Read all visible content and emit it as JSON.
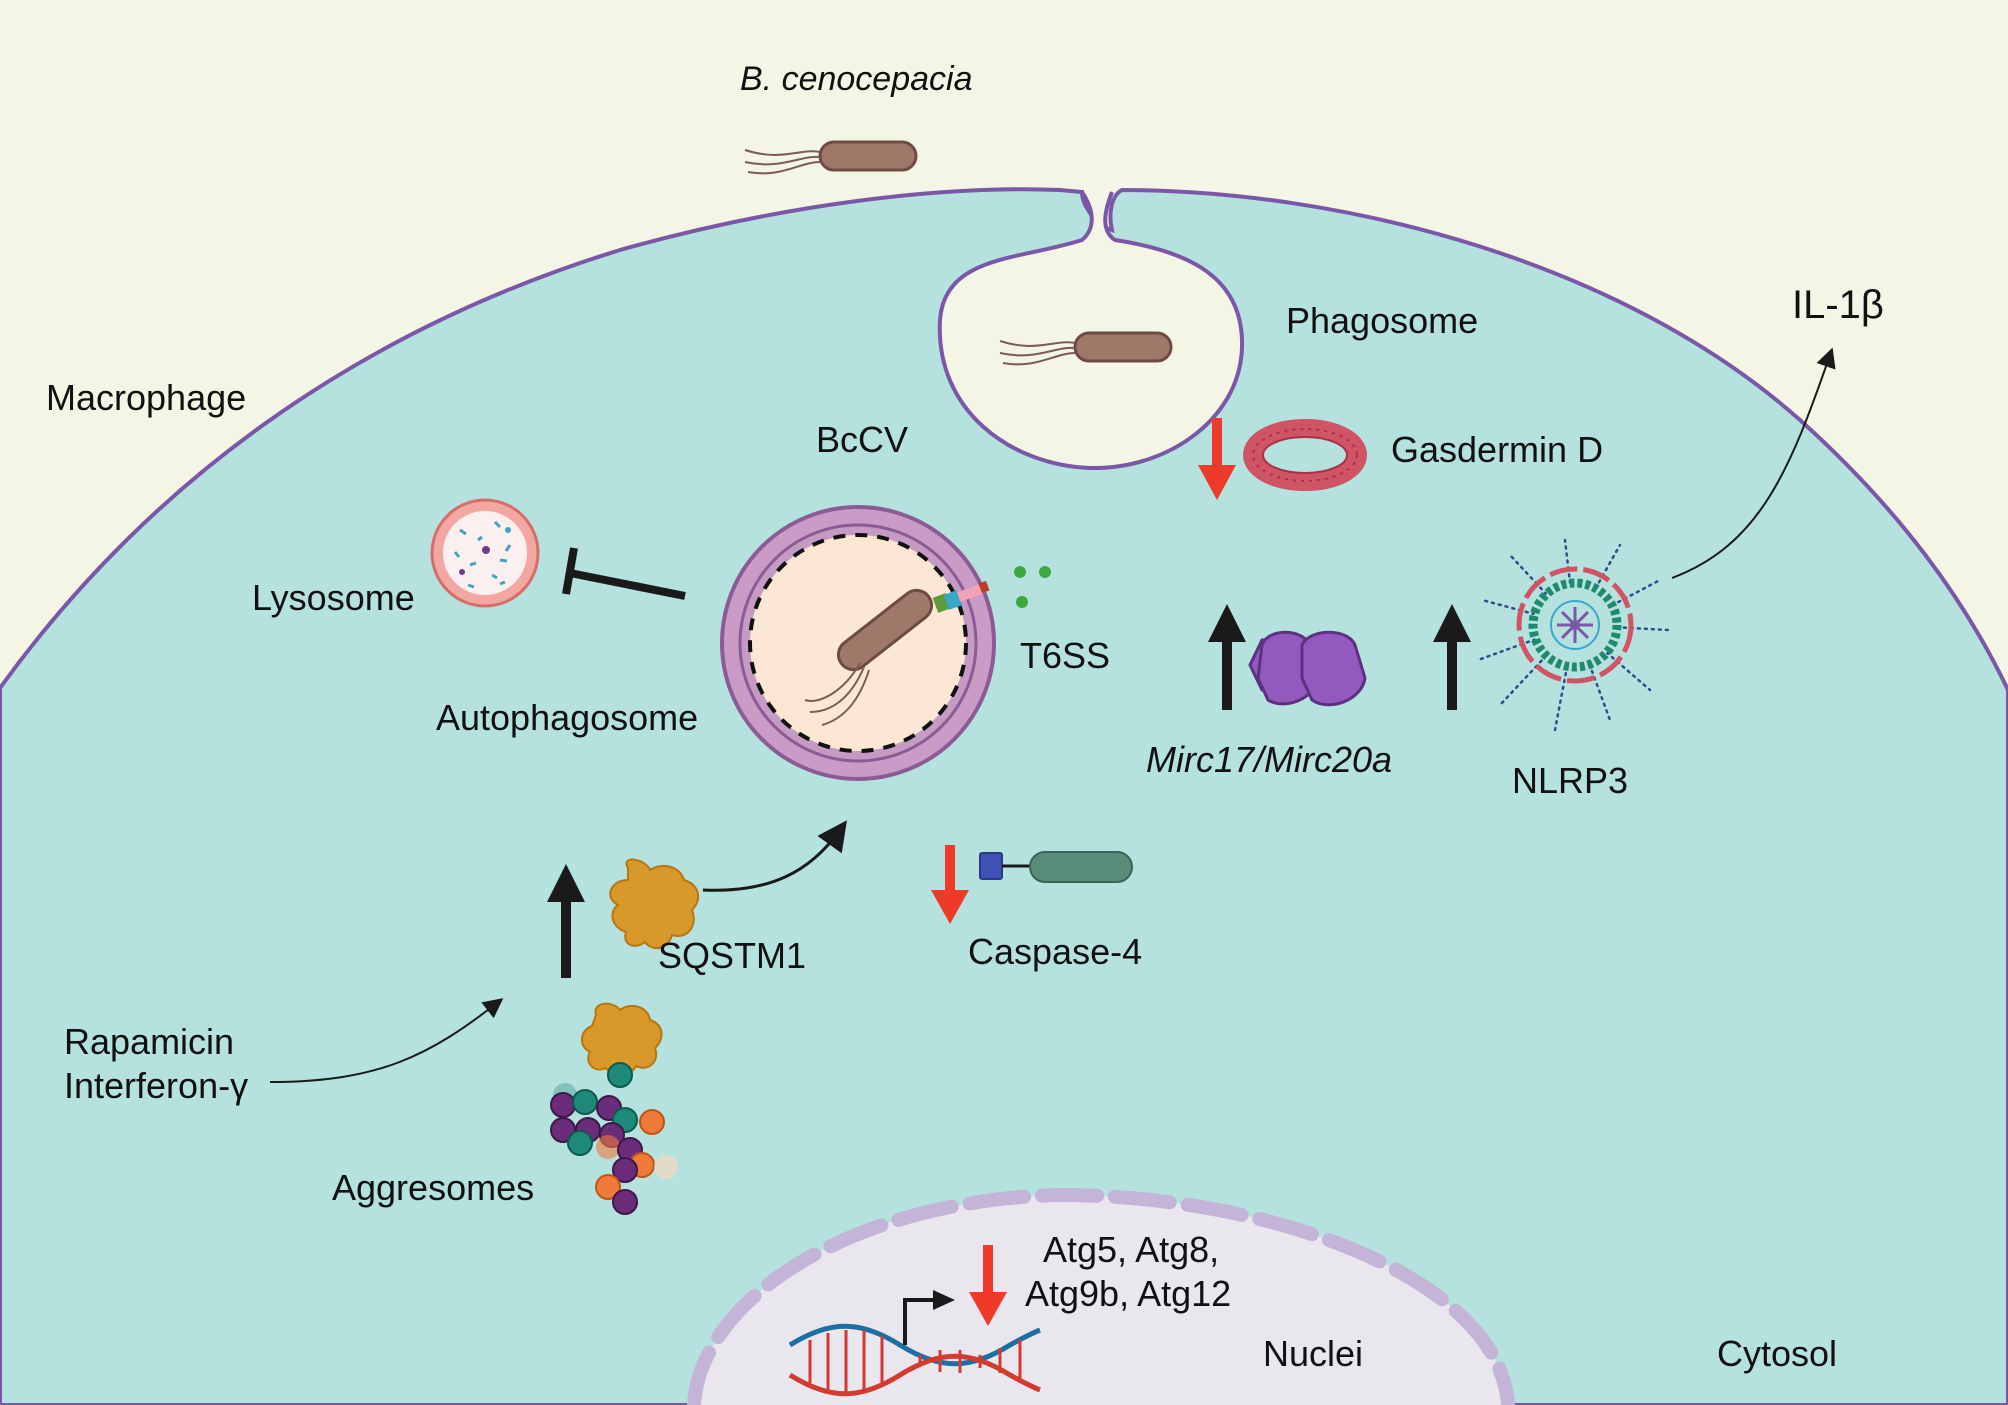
{
  "labels": {
    "bacterium": "B. cenocepacia",
    "macrophage": "Macrophage",
    "phagosome": "Phagosome",
    "il1b": "IL-1β",
    "bccv": "BcCV",
    "gasdermin": "Gasdermin D",
    "lysosome": "Lysosome",
    "t6ss": "T6SS",
    "autophagosome": "Autophagosome",
    "mirc": "Mirc17/Mirc20a",
    "nlrp3": "NLRP3",
    "sqstm1": "SQSTM1",
    "caspase": "Caspase-4",
    "rapamicin": "Rapamicin",
    "interferon": "Interferon-γ",
    "aggresomes": "Aggresomes",
    "atg_line1": "Atg5, Atg8,",
    "atg_line2": "Atg9b, Atg12",
    "nuclei": "Nuclei",
    "cytosol": "Cytosol"
  },
  "colors": {
    "background": "#f5f5e6",
    "cytoplasm": "#b5e2de",
    "membrane": "#7b57a8",
    "up_arrow": "#1a1a1a",
    "down_arrow": "#ef3a2a"
  }
}
